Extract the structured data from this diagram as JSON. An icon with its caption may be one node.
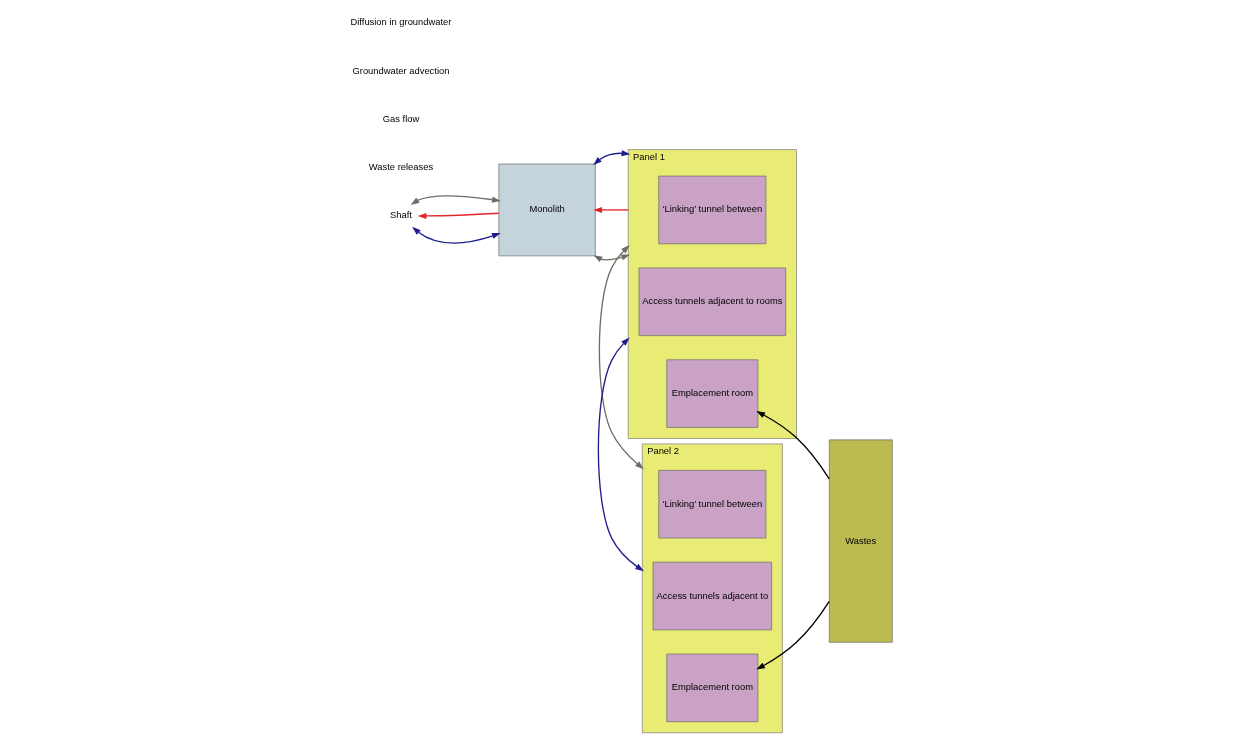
{
  "diagram": {
    "nodes": [
      {
        "text": [
          "Shaft"
        ]
      },
      {
        "text": [
          "Monolith"
        ]
      },
      {
        "text": [
          "Panel 1"
        ]
      },
      {
        "text": [
          "‘Linking’ tunnel between"
        ],
        "in": 2
      },
      {
        "text": [
          "Access tunnels adjacent to rooms"
        ],
        "in": 2
      },
      {
        "text": [
          "Emplacement room"
        ],
        "in": 2
      },
      {
        "text": [
          "Panel 2"
        ]
      },
      {
        "text": [
          "‘Linking’ tunnel between"
        ],
        "in": 6
      },
      {
        "text": [
          "Access tunnels adjacent to"
        ],
        "in": 6
      },
      {
        "text": [
          "Emplacement room"
        ],
        "in": 6
      },
      {
        "text": [
          "Wastes"
        ]
      }
    ],
    "edges": [
      {
        "from": 0,
        "to": 1,
        "arrow": "both",
        "color": "#6e6e66"
      },
      {
        "from": 1,
        "to": 0,
        "arrow": "to",
        "color": "#e0252b"
      },
      {
        "from": 0,
        "to": 1,
        "arrow": "both",
        "color": "#1e1e8c"
      },
      {
        "from": 1,
        "to": 2,
        "arrow": "both",
        "color": "#1e1e8c"
      },
      {
        "from": 2,
        "to": 1,
        "arrow": "to",
        "color": "#e0252b"
      },
      {
        "from": 1,
        "to": 2,
        "arrow": "both",
        "color": "#6e6e66"
      },
      {
        "from": 2,
        "to": 6,
        "arrow": "both",
        "color": "#6e6e66"
      },
      {
        "from": 2,
        "to": 6,
        "arrow": "both",
        "color": "#1e1e8c"
      },
      {
        "from": 10,
        "to": 5,
        "arrow": "to",
        "color": "#000000"
      },
      {
        "from": 10,
        "to": 9,
        "arrow": "to",
        "color": "#000000"
      }
    ],
    "legend": [
      {
        "text": "Diffusion in groundwater"
      },
      {
        "text": "Groundwater advection"
      },
      {
        "text": "Gas flow"
      },
      {
        "text": "Waste releases"
      }
    ]
  }
}
